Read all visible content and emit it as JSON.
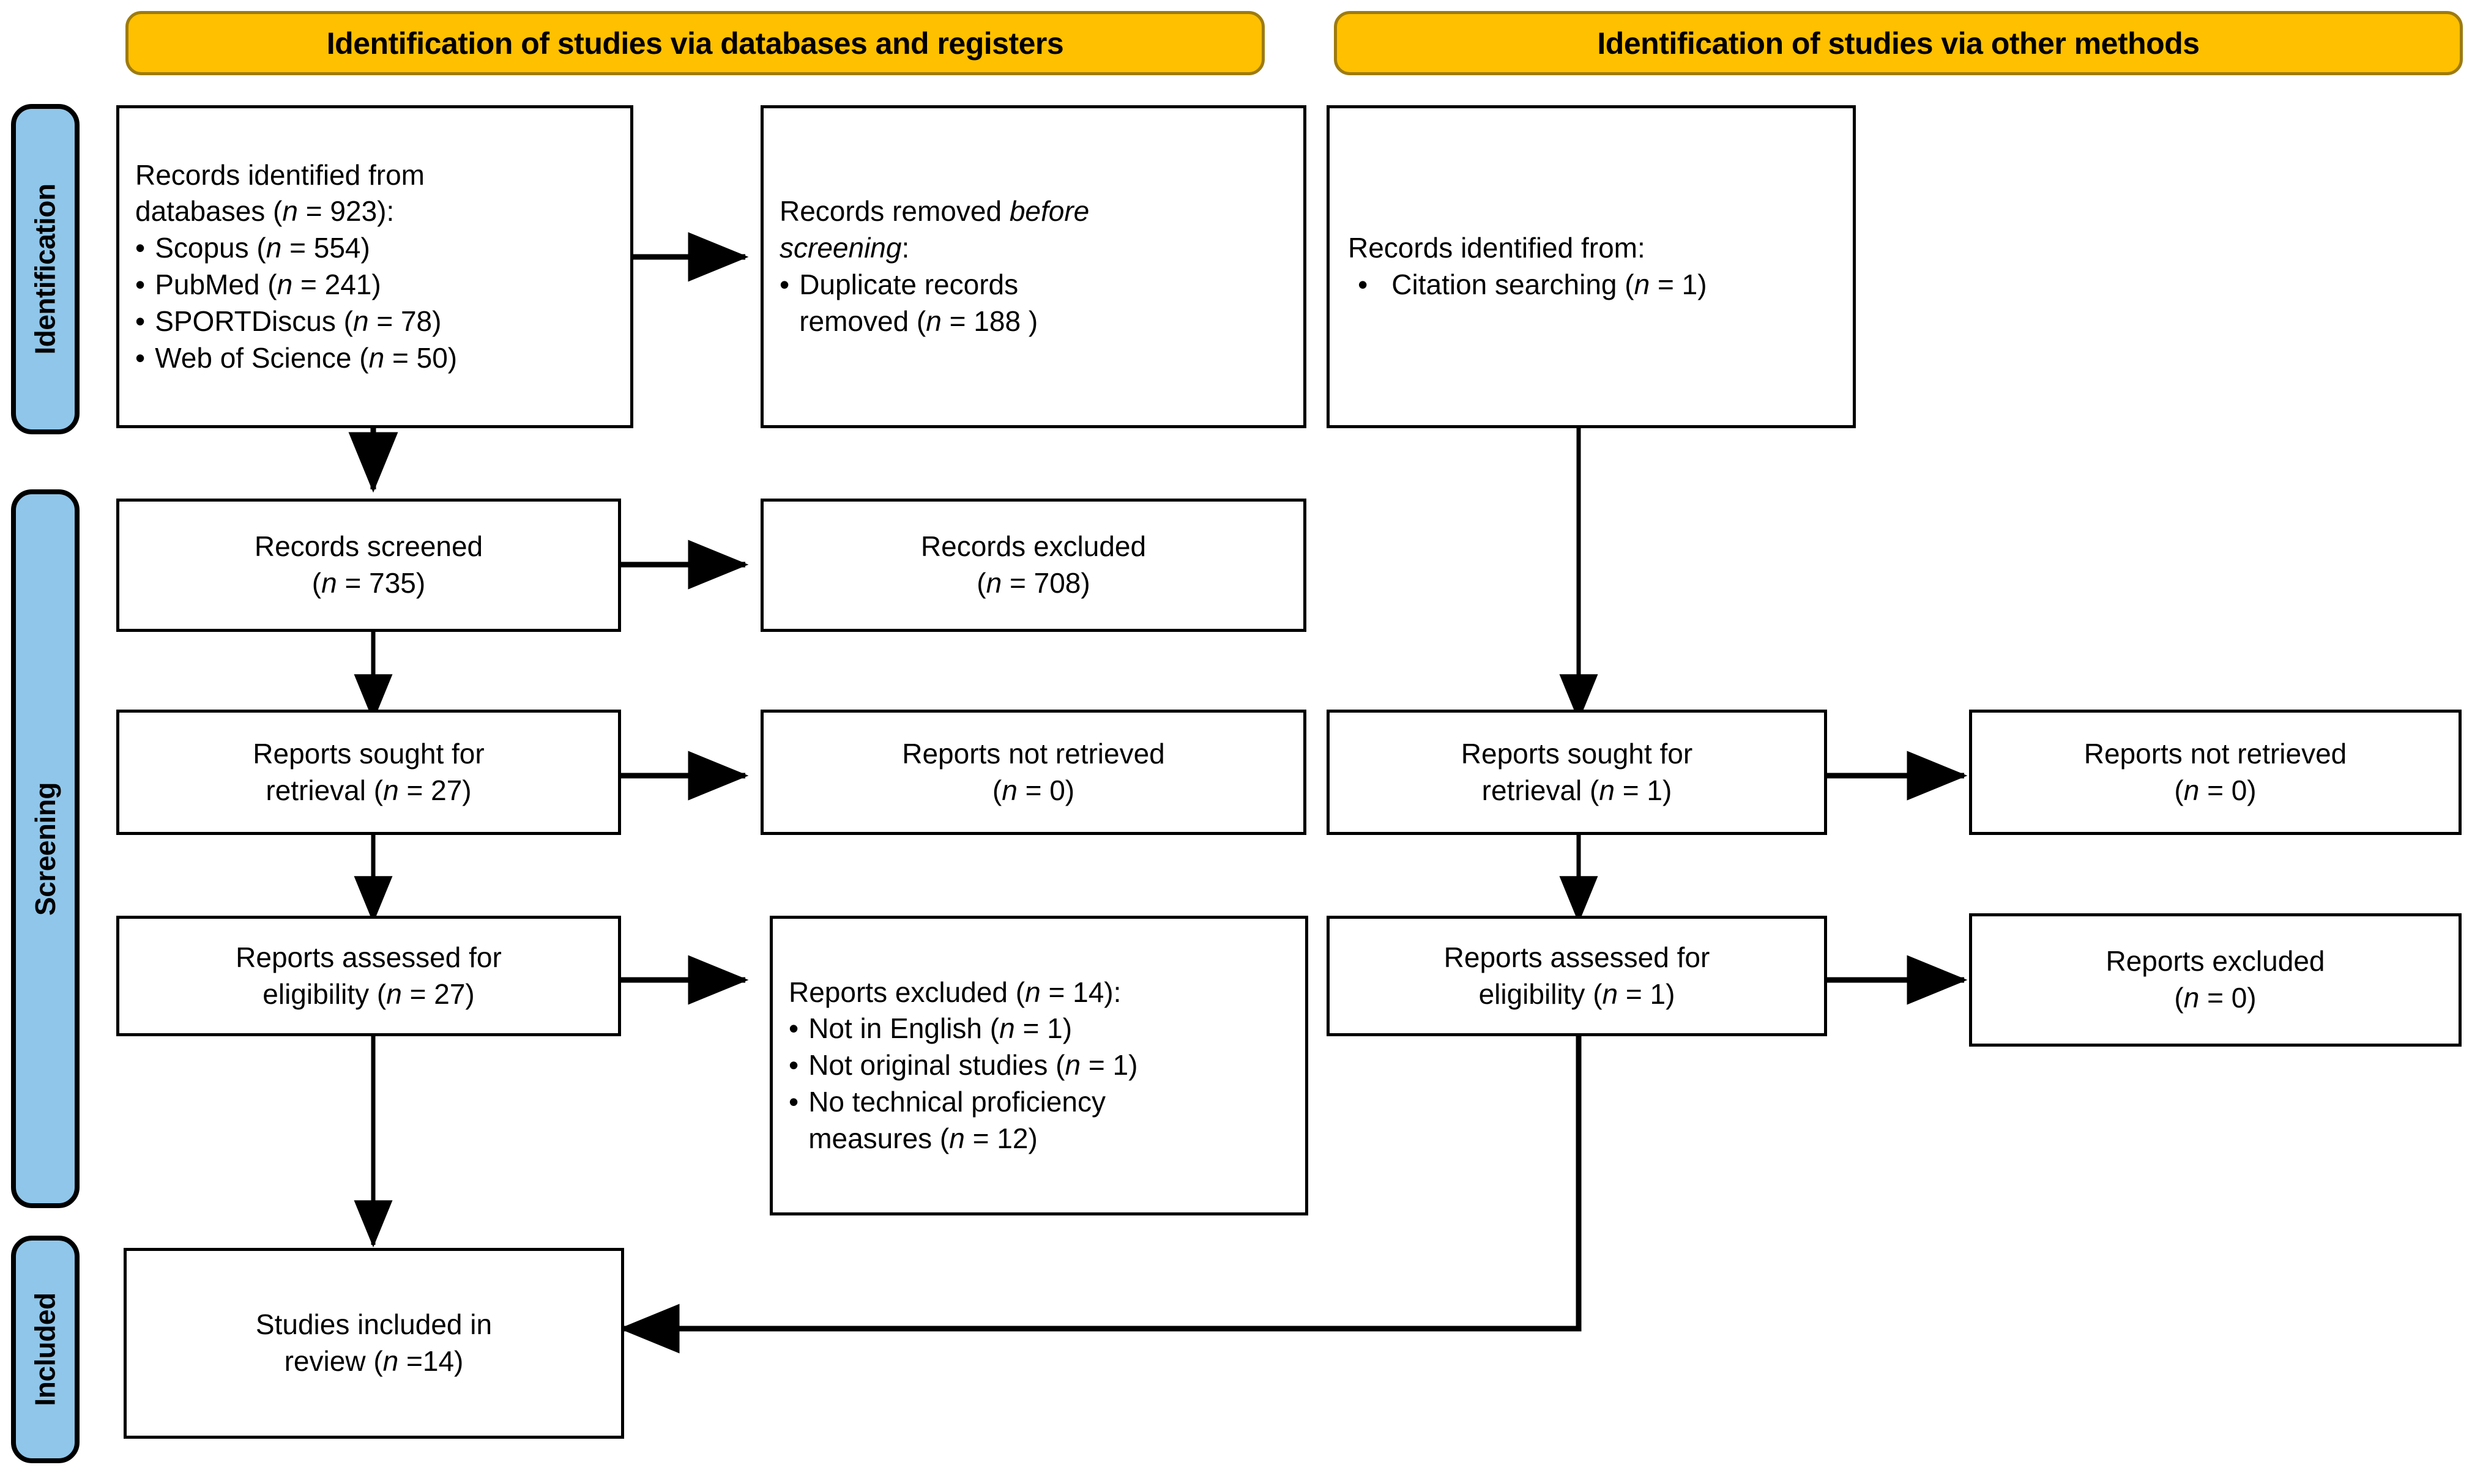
{
  "diagram": {
    "type": "PRISMA 2020 flow diagram",
    "colors": {
      "banner_fill": "#FFC000",
      "banner_border": "#9E7B10",
      "stage_fill": "#8FC6EA",
      "stage_border": "#000000",
      "box_border": "#000000",
      "text": "#000000",
      "background": "#FFFFFF"
    }
  },
  "banners": {
    "databases": "Identification of studies via databases and registers",
    "other": "Identification of studies via other methods"
  },
  "stages": {
    "identification": "Identification",
    "screening": "Screening",
    "included": "Included"
  },
  "boxes": {
    "records_identified_db": {
      "line1": "Records identified from",
      "line2_pre": "databases (",
      "line2_n": "n",
      "line2_post": " = 923):",
      "bullets": [
        {
          "pre": "Scopus (",
          "n": "n",
          "post": " = 554)"
        },
        {
          "pre": "PubMed (",
          "n": "n",
          "post": " = 241)"
        },
        {
          "pre": "SPORTDiscus (",
          "n": "n",
          "post": " = 78)"
        },
        {
          "pre": "Web of Science (",
          "n": "n",
          "post": " = 50)"
        }
      ]
    },
    "records_removed": {
      "line1_pre": "Records removed ",
      "line1_ital": "before",
      "line2_ital": "screening",
      "line2_post": ":",
      "bullets": [
        {
          "l1": "Duplicate records",
          "l2_pre": "removed  (",
          "l2_n": "n",
          "l2_post": " = 188 )"
        }
      ]
    },
    "records_identified_other": {
      "line1": "Records identified from:",
      "bullets": [
        {
          "pre": "Citation searching (",
          "n": "n",
          "post": " = 1)"
        }
      ]
    },
    "records_screened": {
      "line1": "Records screened",
      "line2_pre": "(",
      "line2_n": "n",
      "line2_post": " = 735)"
    },
    "records_excluded": {
      "line1": "Records excluded",
      "line2_pre": "(",
      "line2_n": "n",
      "line2_post": " = 708)"
    },
    "reports_sought_left": {
      "line1": "Reports sought for",
      "line2_pre": "retrieval (",
      "line2_n": "n",
      "line2_post": " = 27)"
    },
    "reports_not_retrieved_left": {
      "line1": "Reports not retrieved",
      "line2_pre": "(",
      "line2_n": "n",
      "line2_post": " = 0)"
    },
    "reports_assessed_left": {
      "line1": "Reports assessed for",
      "line2_pre": "eligibility (",
      "line2_n": "n",
      "line2_post": " = 27)"
    },
    "reports_excluded_left": {
      "line1_pre": "Reports excluded (",
      "line1_n": "n",
      "line1_post": " = 14):",
      "bullets": [
        {
          "pre": "Not in English (",
          "n": "n",
          "post": " = 1)"
        },
        {
          "pre": "Not original studies (",
          "n": "n",
          "post": " = 1)"
        },
        {
          "l1": "No technical proficiency",
          "l2_pre": "measures (",
          "l2_n": "n",
          "l2_post": " = 12)"
        }
      ]
    },
    "reports_sought_right": {
      "line1": "Reports sought for",
      "line2_pre": "retrieval (",
      "line2_n": "n",
      "line2_post": " = 1)"
    },
    "reports_not_retrieved_right": {
      "line1": "Reports not retrieved",
      "line2_pre": "(",
      "line2_n": "n",
      "line2_post": " = 0)"
    },
    "reports_assessed_right": {
      "line1": "Reports assessed for",
      "line2_pre": "eligibility (",
      "line2_n": "n",
      "line2_post": " = 1)"
    },
    "reports_excluded_right": {
      "line1": "Reports excluded",
      "line2_pre": "(",
      "line2_n": "n",
      "line2_post": " = 0)"
    },
    "studies_included": {
      "line1": "Studies included in",
      "line2_pre": "review (",
      "line2_n": "n",
      "line2_post": " =14)"
    }
  }
}
